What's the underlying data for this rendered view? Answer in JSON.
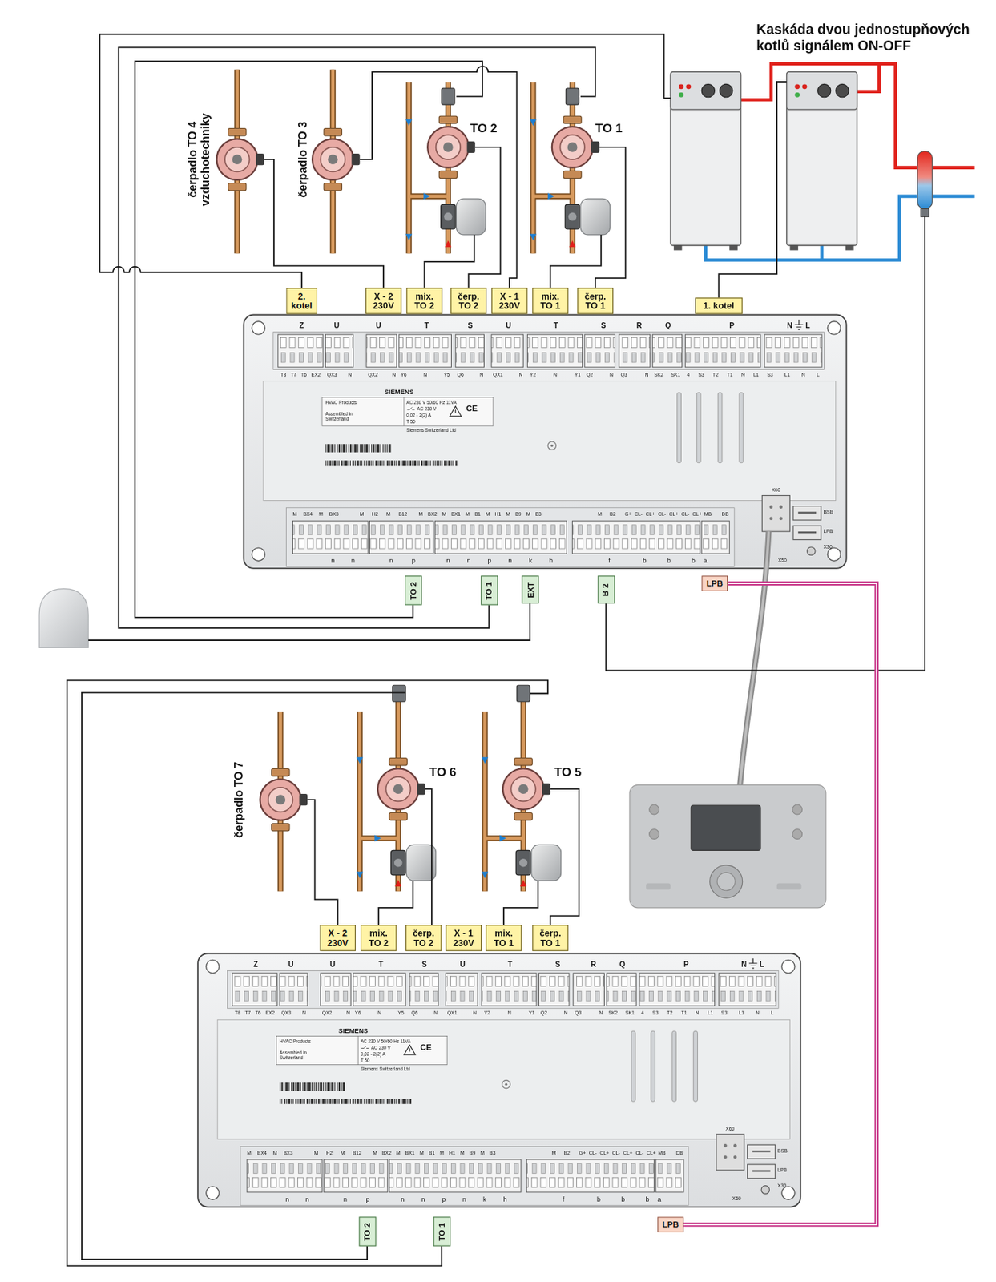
{
  "diagram": {
    "title": "Kaskáda dvou jednostupňových kotlů signálem ON-OFF",
    "nodes": [
      {
        "text": [
          "2. kotel"
        ]
      },
      {
        "text": [
          "X - 2 230V"
        ]
      },
      {
        "text": [
          "mix. TO 2"
        ]
      },
      {
        "text": [
          "čerp. TO 2"
        ]
      },
      {
        "text": [
          "X - 1 230V"
        ]
      },
      {
        "text": [
          "mix. TO 1"
        ]
      },
      {
        "text": [
          "čerp. TO 1"
        ]
      },
      {
        "text": [
          "1. kotel"
        ]
      },
      {
        "text": [
          "TO 2"
        ]
      },
      {
        "text": [
          "TO 1"
        ]
      },
      {
        "text": [
          "EXT"
        ]
      },
      {
        "text": [
          "B 2"
        ]
      },
      {
        "text": [
          "LPB"
        ]
      },
      {
        "text": [
          "X - 2 230V"
        ]
      },
      {
        "text": [
          "mix. TO 2"
        ]
      },
      {
        "text": [
          "čerp. TO 2"
        ]
      },
      {
        "text": [
          "X - 1 230V"
        ]
      },
      {
        "text": [
          "mix. TO 1"
        ]
      },
      {
        "text": [
          "čerp. TO 1"
        ]
      },
      {
        "text": [
          "TO 2"
        ]
      },
      {
        "text": [
          "TO 1"
        ]
      },
      {
        "text": [
          "LPB"
        ]
      }
    ],
    "edges": [
      {
        "from": 12,
        "to": 21,
        "arrow": "none"
      }
    ],
    "labels": [
      "čerpadlo TO 4 vzduchotechniky",
      "čerpadlo TO 3",
      "TO 2",
      "TO 1",
      "Z",
      "U",
      "U",
      "T",
      "S",
      "U",
      "T",
      "S",
      "R",
      "Q",
      "P",
      "N",
      "L",
      "T8 T7 T6 EX2",
      "QX3 N",
      "QX2 N",
      "Y6 N Y5",
      "Q6 N",
      "QX1 N",
      "Y2 N Y1",
      "Q2 N",
      "Q3 N",
      "SK2 SK1",
      "4 S3 T2 T1 N L1",
      "S3 L1 N L",
      "SIEMENS",
      "HVAC Products",
      "Assembled in Switzerland",
      "AC 230 V 50/60 Hz 11VA",
      "AC 230 V",
      "0,02 - 2(2) A",
      "T 50",
      "Siemens Switzerland Ltd",
      "CE",
      "M BX4 M BX3",
      "M H2 M B12",
      "M BX2 M BX1 M B1 M H1 M B9 M B3",
      "M B2",
      "G+ CL- CL+ CL- CL+ CL- CL+",
      "MB DB",
      "n n",
      "n p",
      "n n p n k h",
      "f",
      "b b b",
      "a",
      "X60",
      "BSB",
      "LPB",
      "X30",
      "X50",
      "čerpadlo TO 7",
      "TO 6",
      "TO 5",
      "Z",
      "U",
      "U",
      "T",
      "S",
      "U",
      "T",
      "S",
      "R",
      "Q",
      "P",
      "N",
      "L",
      "T8 T7 T6 EX2",
      "QX3 N",
      "QX2 N",
      "Y6 N Y5",
      "Q6 N",
      "QX1 N",
      "Y2 N Y1",
      "Q2 N",
      "Q3 N",
      "SK2 SK1",
      "4 S3 T2 T1 N L1",
      "S3 L1 N L",
      "SIEMENS",
      "HVAC Products",
      "Assembled in Switzerland",
      "AC 230 V 50/60 Hz 11VA",
      "AC 230 V",
      "0,02 - 2(2) A",
      "T 50",
      "Siemens Switzerland Ltd",
      "CE",
      "M BX4 M BX3",
      "M H2 M B12",
      "M BX2 M BX1 M B1 M H1 M B9 M B3",
      "M B2",
      "G+ CL- CL+ CL- CL+ CL- CL+",
      "MB DB",
      "n n",
      "n p",
      "n n p n k h",
      "f",
      "b b b",
      "a",
      "X60",
      "BSB",
      "LPB",
      "X30",
      "X50"
    ]
  }
}
